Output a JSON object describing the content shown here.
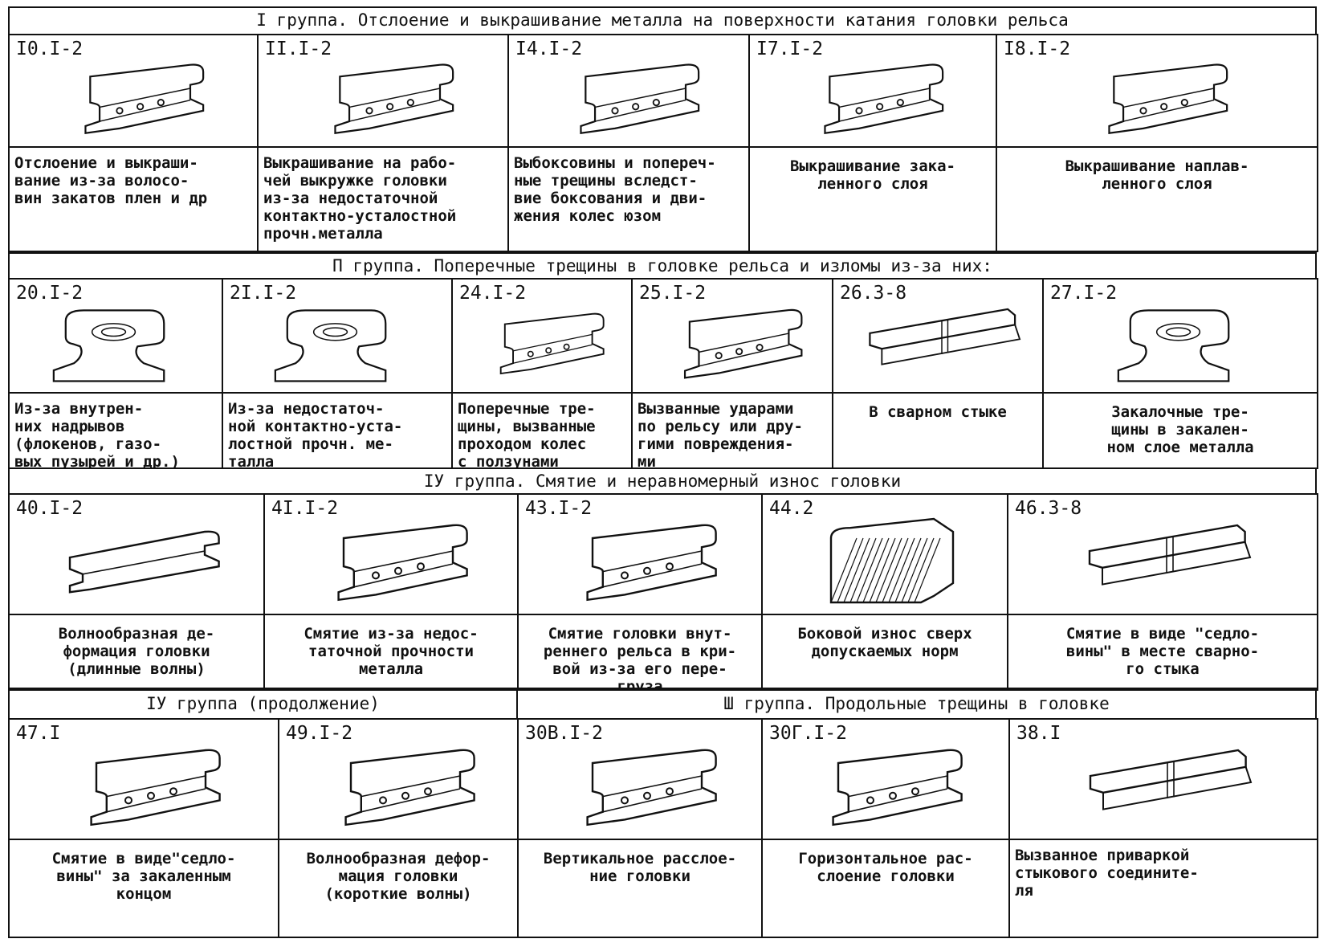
{
  "groups": {
    "g1": "I группа. Отслоение и выкрашивание металла на поверхности катания головки рельса",
    "g2": "П группа. Поперечные трещины в головке рельса и изломы из-за них:",
    "g4": "IУ группа. Смятие и неравномерный износ головки",
    "g4c": "IУ группа (продолжение)",
    "g3": "Ш группа. Продольные трещины в головке"
  },
  "row1": [
    {
      "code": "I0.I-2",
      "desc": "Отслоение и выкраши-\nвание из-за волосо-\nвин закатов плен и др"
    },
    {
      "code": "II.I-2",
      "desc": "Выкрашивание на рабо-\nчей выкружке головки\nиз-за недостаточной\nконтактно-усталостной\nпрочн.металла"
    },
    {
      "code": "I4.I-2",
      "desc": "Выбоксовины и попереч-\nные трещины вследст-\nвие боксования и дви-\nжения колес юзом"
    },
    {
      "code": "I7.I-2",
      "desc": "Выкрашивание зака-\nленного слоя"
    },
    {
      "code": "I8.I-2",
      "desc": "Выкрашивание наплав-\nленного слоя"
    }
  ],
  "row2": [
    {
      "code": "20.I-2",
      "desc": "Из-за внутрен-\nних надрывов\n(флокенов, газо-\nвых пузырей и др.)"
    },
    {
      "code": "2I.I-2",
      "desc": "Из-за недостаточ-\nной контактно-уста-\nлостной прочн. ме-\nталла"
    },
    {
      "code": "24.I-2",
      "desc": "Поперечные тре-\nщины, вызванные\nпроходом колес\nс ползунами"
    },
    {
      "code": "25.I-2",
      "desc": "Вызванные ударами\nпо рельсу или дру-\nгими повреждения-\nми"
    },
    {
      "code": "26.3-8",
      "desc": "В сварном стыке"
    },
    {
      "code": "27.I-2",
      "desc": "Закалочные тре-\nщины в закален-\nном слое металла"
    }
  ],
  "row3": [
    {
      "code": "40.I-2",
      "desc": "Волнообразная де-\nформация головки\n(длинные волны)"
    },
    {
      "code": "4I.I-2",
      "desc": "Смятие из-за недос-\nтаточной прочности\nметалла"
    },
    {
      "code": "43.I-2",
      "desc": "Смятие головки внут-\nреннего рельса в кри-\nвой из-за его пере-\nгруза"
    },
    {
      "code": "44.2",
      "desc": "Боковой износ сверх\nдопускаемых норм"
    },
    {
      "code": "46.3-8",
      "desc": "Смятие в виде \"седло-\nвины\" в месте сварно-\nго стыка"
    }
  ],
  "row4": [
    {
      "code": "47.I",
      "desc": "Смятие в виде\"седло-\nвины\" за закаленным\nконцом"
    },
    {
      "code": "49.I-2",
      "desc": "Волнообразная дефор-\nмация головки\n(короткие волны)"
    },
    {
      "code": "30В.I-2",
      "desc": "Вертикальное расслое-\nние головки"
    },
    {
      "code": "30Г.I-2",
      "desc": "Горизонтальное рас-\nслоение головки"
    },
    {
      "code": "38.I",
      "desc": "Вызванное приваркой\nстыкового соедините-\nля"
    }
  ]
}
